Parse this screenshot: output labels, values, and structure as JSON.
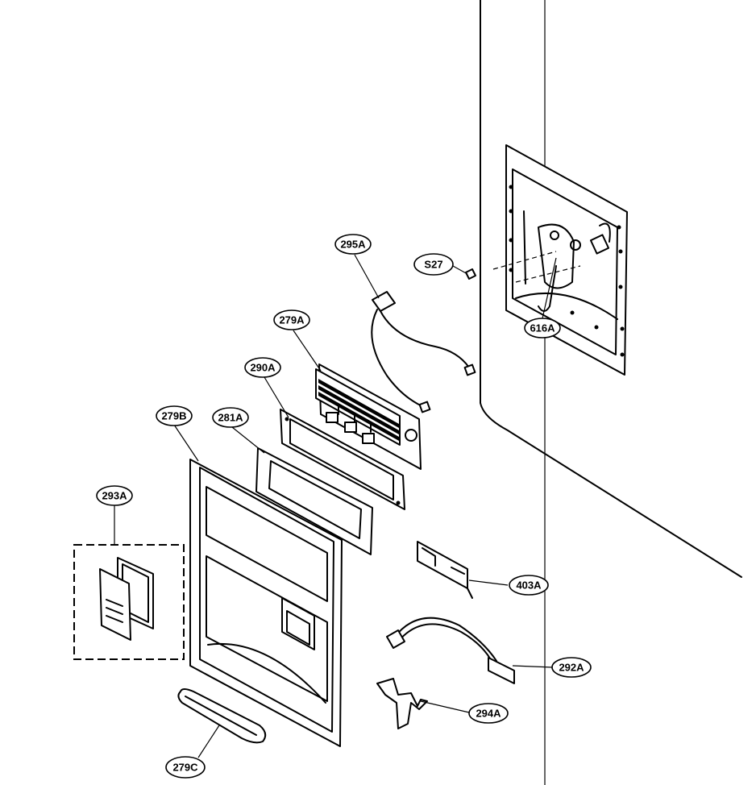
{
  "callouts": {
    "c295a": "295A",
    "cs27": "S27",
    "c279a": "279A",
    "c290a": "290A",
    "c616a": "616A",
    "c279b": "279B",
    "c281a": "281A",
    "c293a": "293A",
    "c403a": "403A",
    "c292a": "292A",
    "c294a": "294A",
    "c279c": "279C"
  }
}
